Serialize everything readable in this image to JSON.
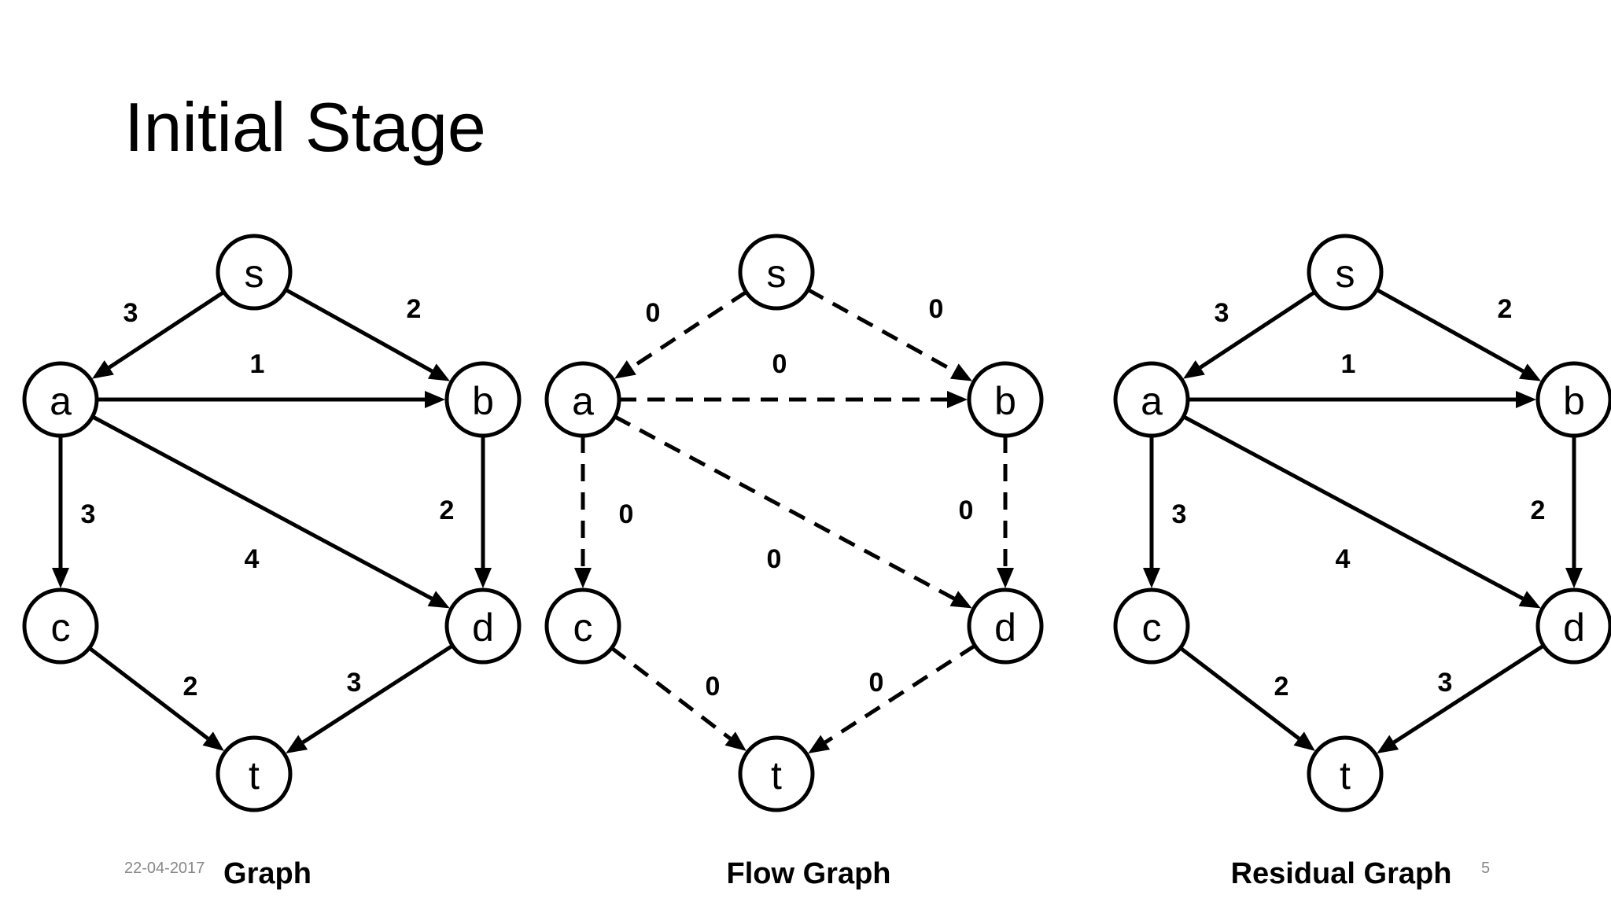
{
  "slide": {
    "title": "Initial Stage",
    "date": "22-04-2017",
    "page_number": "5"
  },
  "graphs": [
    {
      "caption": "Graph",
      "style": "solid",
      "nodes": [
        "s",
        "a",
        "b",
        "c",
        "d",
        "t"
      ],
      "edges": [
        {
          "from": "s",
          "to": "a",
          "label": "3"
        },
        {
          "from": "s",
          "to": "b",
          "label": "2"
        },
        {
          "from": "a",
          "to": "b",
          "label": "1"
        },
        {
          "from": "a",
          "to": "c",
          "label": "3"
        },
        {
          "from": "a",
          "to": "d",
          "label": "4"
        },
        {
          "from": "b",
          "to": "d",
          "label": "2"
        },
        {
          "from": "c",
          "to": "t",
          "label": "2"
        },
        {
          "from": "d",
          "to": "t",
          "label": "3"
        }
      ]
    },
    {
      "caption": "Flow Graph",
      "style": "dashed",
      "nodes": [
        "s",
        "a",
        "b",
        "c",
        "d",
        "t"
      ],
      "edges": [
        {
          "from": "s",
          "to": "a",
          "label": "0"
        },
        {
          "from": "s",
          "to": "b",
          "label": "0"
        },
        {
          "from": "a",
          "to": "b",
          "label": "0"
        },
        {
          "from": "a",
          "to": "c",
          "label": "0"
        },
        {
          "from": "a",
          "to": "d",
          "label": "0"
        },
        {
          "from": "b",
          "to": "d",
          "label": "0"
        },
        {
          "from": "c",
          "to": "t",
          "label": "0"
        },
        {
          "from": "d",
          "to": "t",
          "label": "0"
        }
      ]
    },
    {
      "caption": "Residual Graph",
      "style": "solid",
      "nodes": [
        "s",
        "a",
        "b",
        "c",
        "d",
        "t"
      ],
      "edges": [
        {
          "from": "s",
          "to": "a",
          "label": "3"
        },
        {
          "from": "s",
          "to": "b",
          "label": "2"
        },
        {
          "from": "a",
          "to": "b",
          "label": "1"
        },
        {
          "from": "a",
          "to": "c",
          "label": "3"
        },
        {
          "from": "a",
          "to": "d",
          "label": "4"
        },
        {
          "from": "b",
          "to": "d",
          "label": "2"
        },
        {
          "from": "c",
          "to": "t",
          "label": "2"
        },
        {
          "from": "d",
          "to": "t",
          "label": "3"
        }
      ]
    }
  ]
}
